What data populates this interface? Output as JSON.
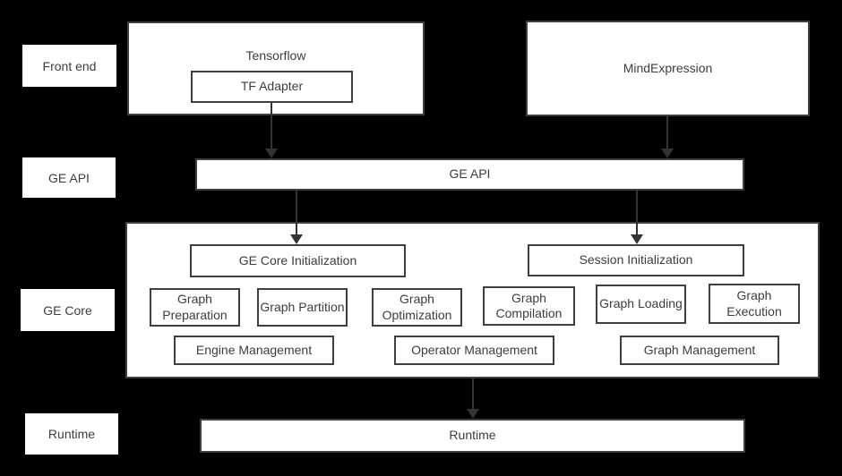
{
  "layer_labels": {
    "front_end": "Front end",
    "ge_api": "GE API",
    "ge_core": "GE Core",
    "runtime": "Runtime"
  },
  "front_end": {
    "tensorflow": "Tensorflow",
    "tf_adapter": "TF Adapter",
    "mind_expression": "MindExpression"
  },
  "ge_api": {
    "label": "GE API"
  },
  "ge_core": {
    "ge_core_init": "GE Core Initialization",
    "session_init": "Session Initialization",
    "modules": [
      "Graph Preparation",
      "Graph Partition",
      "Graph Optimization",
      "Graph Compilation",
      "Graph Loading",
      "Graph Execution"
    ],
    "management": [
      "Engine Management",
      "Operator Management",
      "Graph Management"
    ]
  },
  "runtime": {
    "label": "Runtime"
  },
  "colors": {
    "background": "#000000",
    "box_fill": "#ffffff",
    "box_border": "#3f3f3f",
    "text": "#3d3d3d",
    "arrow": "#333333"
  }
}
